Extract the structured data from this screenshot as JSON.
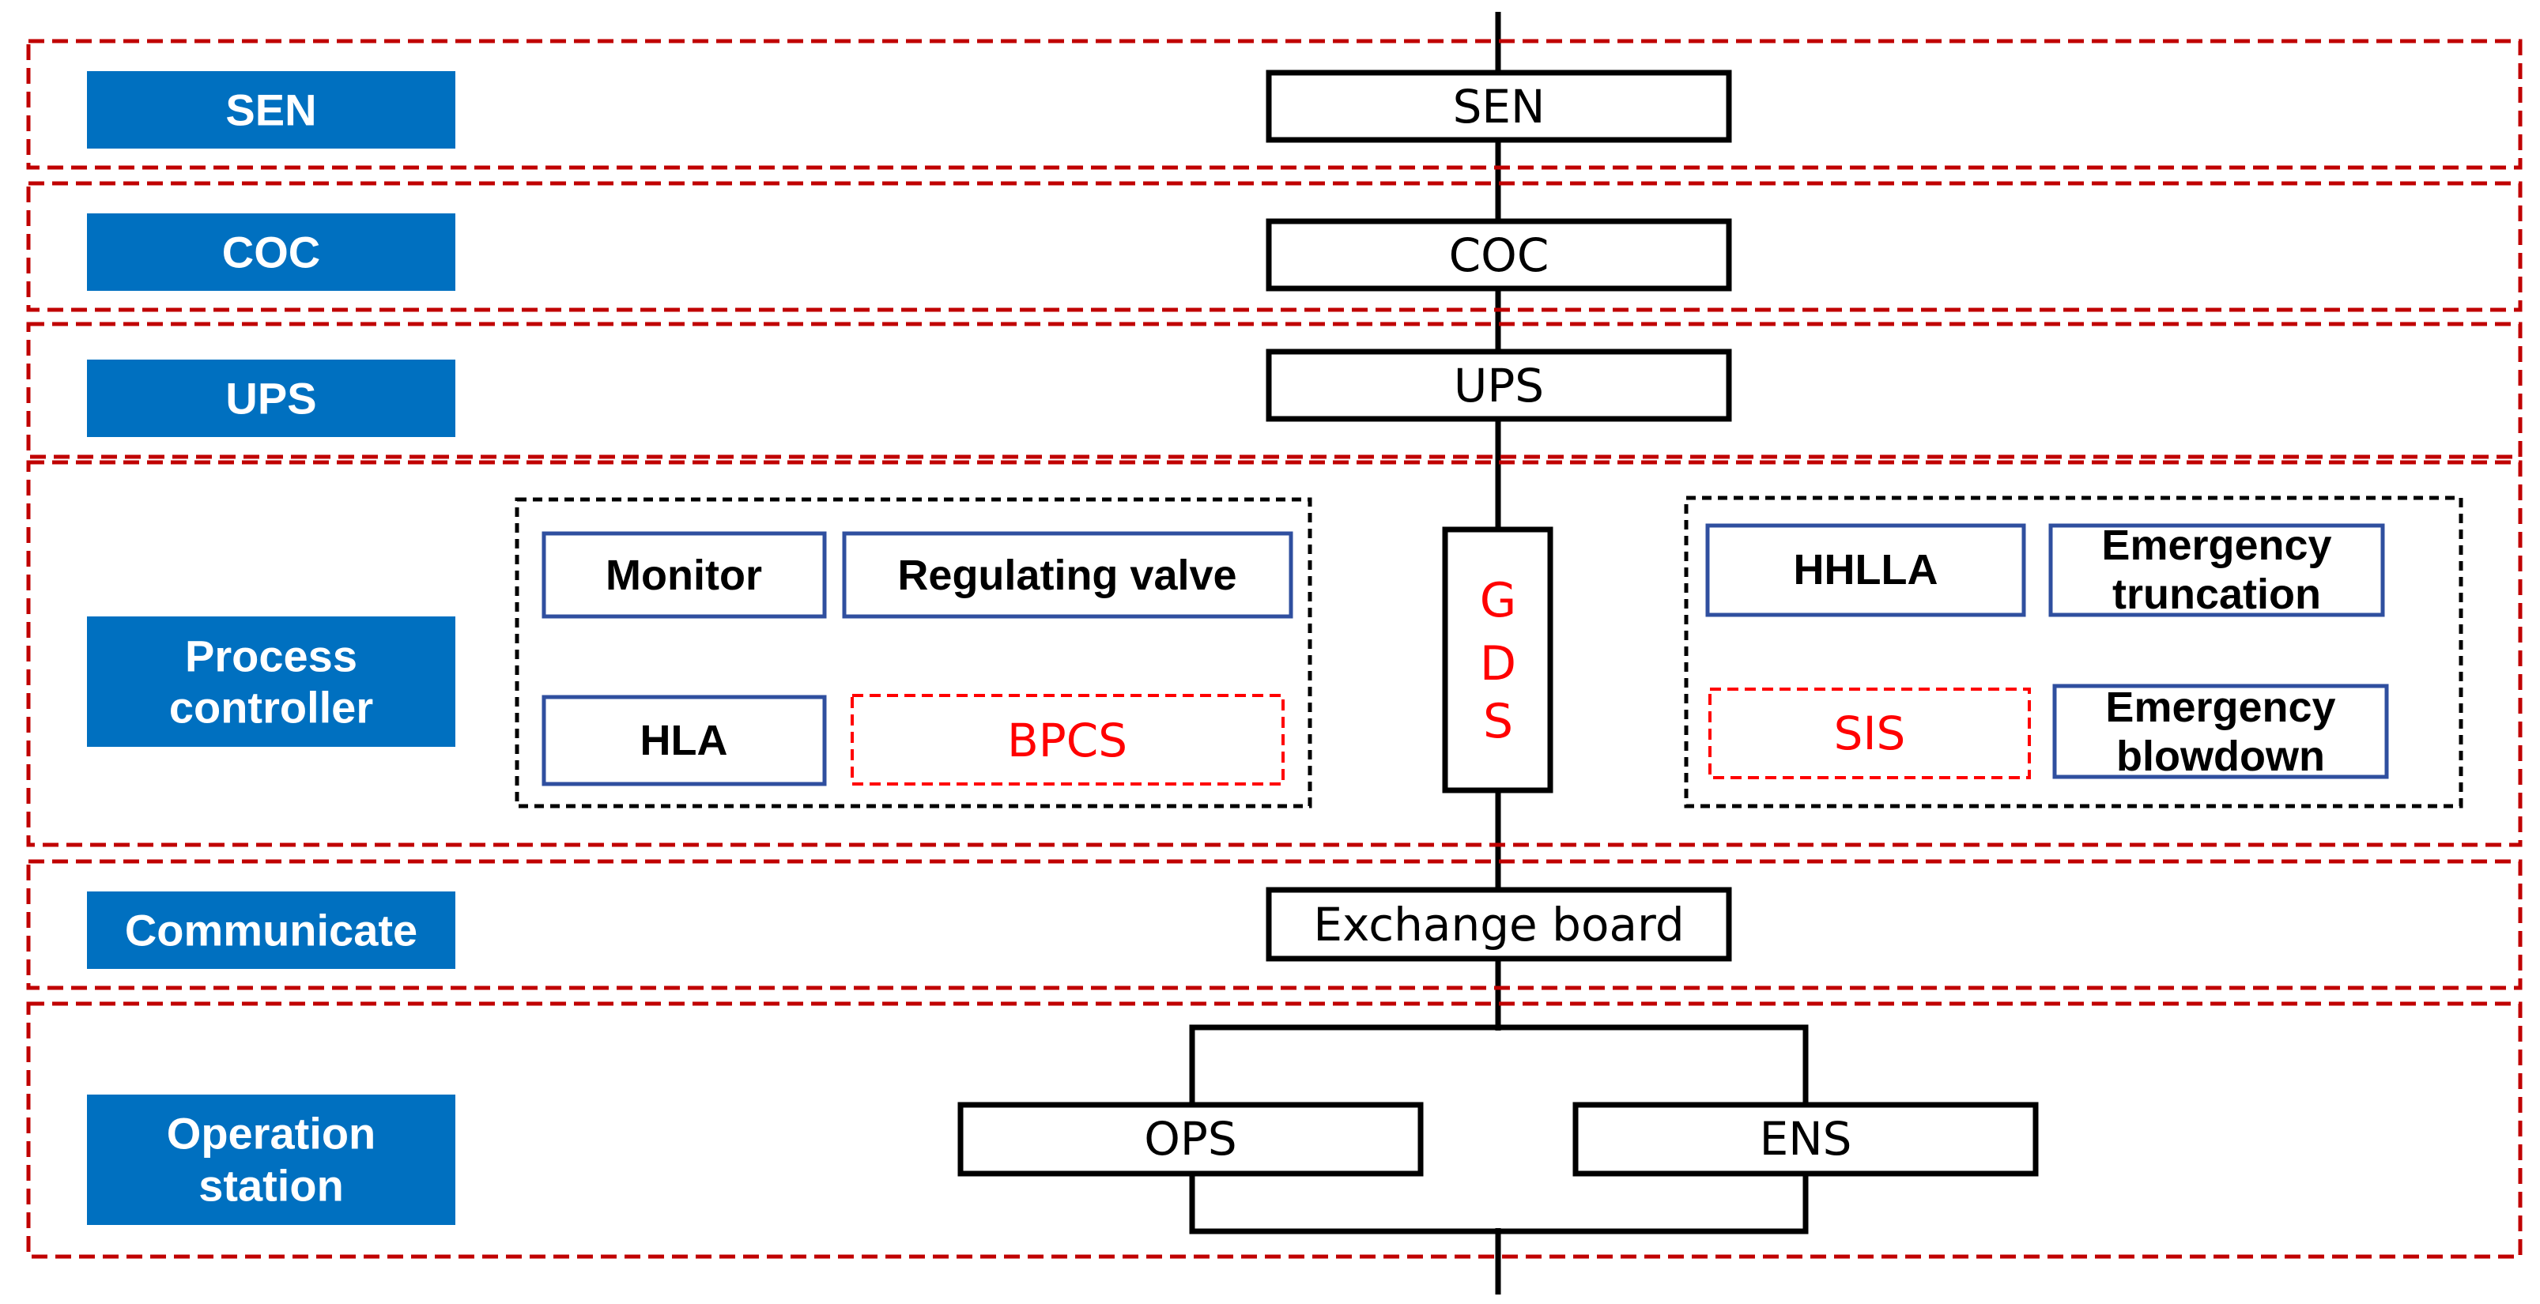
{
  "colors": {
    "label_fill": "#0070c0",
    "layer_border": "#c00000",
    "group_border": "#000000",
    "blue_border": "#2f4f9f",
    "red_text": "#ff0000",
    "node_border": "#000000"
  },
  "layers": [
    {
      "label": "SEN",
      "node": "SEN"
    },
    {
      "label": "COC",
      "node": "COC"
    },
    {
      "label": "UPS",
      "node": "UPS"
    },
    {
      "label_lines": [
        "Process",
        "controller"
      ]
    },
    {
      "label": "Communicate",
      "node": "Exchange board"
    },
    {
      "label_lines": [
        "Operation",
        "station"
      ]
    }
  ],
  "process_controller": {
    "bpcs_group": {
      "monitor": "Monitor",
      "regulating_valve": "Regulating valve",
      "hla": "HLA",
      "bpcs": "BPCS"
    },
    "gds": [
      "G",
      "D",
      "S"
    ],
    "sis_group": {
      "hhlla": "HHLLA",
      "emergency_truncation": [
        "Emergency",
        "truncation"
      ],
      "sis": "SIS",
      "emergency_blowdown": [
        "Emergency",
        "blowdown"
      ]
    }
  },
  "operation_station": {
    "ops": "OPS",
    "ens": "ENS"
  }
}
